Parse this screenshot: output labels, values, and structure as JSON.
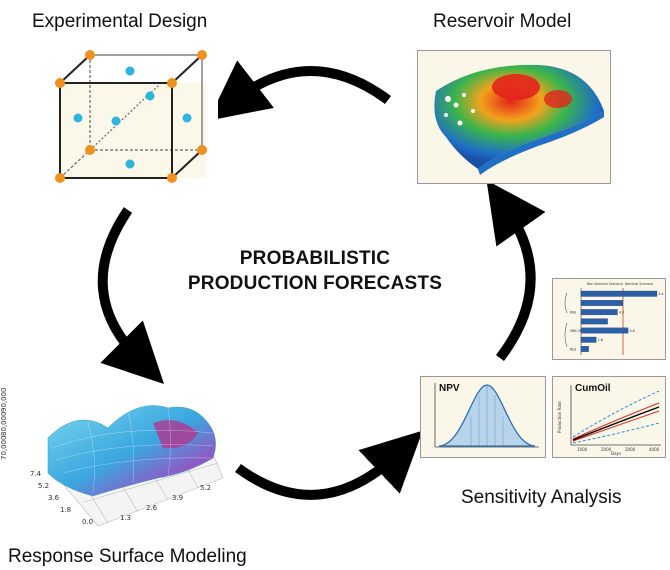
{
  "labels": {
    "experimental_design": "Experimental Design",
    "reservoir_model": "Reservoir Model",
    "response_surface": "Response Surface Modeling",
    "sensitivity_analysis": "Sensitivity Analysis"
  },
  "center": {
    "line1": "PROBABILISTIC",
    "line2": "PRODUCTION FORECASTS"
  },
  "npv_chart": {
    "title": "NPV"
  },
  "cumoil_chart": {
    "title": "CumOil",
    "xlabel": "Days",
    "ylabel": "Production Rate",
    "x_ticks": [
      "1000",
      "2000",
      "3000",
      "4000"
    ]
  },
  "tornado_chart": {
    "header_left": "Non-Nominal Scenario",
    "header_right": "Nominal Scenario",
    "bars": [
      {
        "label": "",
        "low": 0.0,
        "high": 1.0,
        "value": "4.4"
      },
      {
        "label": "",
        "low": 0.0,
        "high": 0.55,
        "value": ""
      },
      {
        "label": "RSE",
        "low": 0.0,
        "high": 0.48,
        "value": "4.3"
      },
      {
        "label": "",
        "low": 0.0,
        "high": 0.35,
        "value": ""
      },
      {
        "label": "SWC-M",
        "low": 0.0,
        "high": 0.62,
        "value": "4.8"
      },
      {
        "label": "",
        "low": 0.0,
        "high": 0.2,
        "value": "1.8"
      },
      {
        "label": "RCS",
        "low": 0.0,
        "high": 0.1,
        "value": ""
      }
    ]
  },
  "surface": {
    "z_ticks": [
      "90,000",
      "80,000",
      "70,000"
    ],
    "y_ticks": [
      "7.4",
      "5.2",
      "3.6",
      "1.8",
      "0.0"
    ],
    "x_ticks": [
      "1.3",
      "2.6",
      "3.9",
      "5.2"
    ]
  },
  "colors": {
    "arrow": "#000000",
    "cube_corner": "#f0901e",
    "cube_inner": "#2fb3df",
    "npv_fill": "#b8d4ea",
    "npv_line": "#2e6fb5",
    "bar": "#2d5fa8"
  }
}
